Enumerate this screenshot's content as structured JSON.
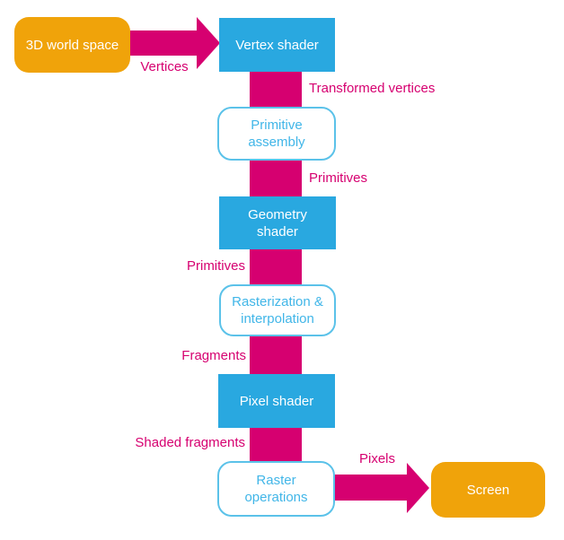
{
  "colors": {
    "orange": "#F0A30A",
    "magenta": "#D60070",
    "blue": "#29A8E0",
    "outline_border": "#5BC2E9",
    "outline_text": "#41B6E8",
    "box_text": "#FFFFFF",
    "canvas_bg": "#FFFFFF"
  },
  "nodes": {
    "world": {
      "label": "3D world space"
    },
    "vertex_shader": {
      "label": "Vertex shader"
    },
    "primitive_assembly": {
      "label": "Primitive\nassembly"
    },
    "geometry_shader": {
      "label": "Geometry\nshader"
    },
    "rasterization": {
      "label": "Rasterization &\ninterpolation"
    },
    "pixel_shader": {
      "label": "Pixel shader"
    },
    "raster_operations": {
      "label": "Raster\noperations"
    },
    "screen": {
      "label": "Screen"
    }
  },
  "edge_labels": {
    "vertices": "Vertices",
    "transformed_vertices": "Transformed vertices",
    "primitives_right": "Primitives",
    "primitives_left": "Primitives",
    "fragments": "Fragments",
    "shaded_fragments": "Shaded fragments",
    "pixels": "Pixels"
  }
}
